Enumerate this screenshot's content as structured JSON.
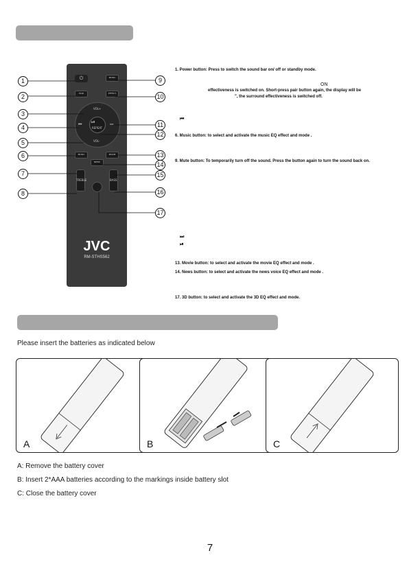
{
  "callouts": [
    "1",
    "2",
    "3",
    "4",
    "5",
    "6",
    "7",
    "8",
    "9",
    "10",
    "11",
    "12",
    "13",
    "14",
    "15",
    "16",
    "17"
  ],
  "remote": {
    "brand": "JVC",
    "model": "RM-STHS562",
    "buttons": {
      "music_top": "MUSIC",
      "pair": "PAIR",
      "effect": "EFFECT",
      "vol_up": "VOL+",
      "vol_down": "VOL-",
      "play_pause": "⏯",
      "repeat": "REPEAT",
      "music": "MUSIC",
      "movie": "MOVIE",
      "mute": "MUTE",
      "treble": "TREBLE",
      "bass": "BASS",
      "news": "NEWS"
    }
  },
  "descriptions": {
    "d1": "1. Power button: Press to switch the sound bar on/ off or standby mode.",
    "d_on": "ON",
    "d2a": "effectiveness is switched on. Short-press pair button again, the display will be",
    "d2b": "\", the surround effectiveness is switched off.",
    "d_prev_glyph": "⏮",
    "d6": "6. Music button: to select and activate the music EQ effect and mode .",
    "d9": "9. Mute button: To temporarily turn off the sound. Press the button again to turn the sound back on.",
    "d_next_glyph": "⏭",
    "d_play_glyph": "⏯",
    "d13": "13. Movie button: to select and activate the movie EQ effect and mode .",
    "d14": "14. News button: to select and activate the news voice EQ effect and mode .",
    "d17": "17. 3D button: to select and activate the 3D EQ effect and mode."
  },
  "battery": {
    "intro": "Please insert the batteries as indicated below",
    "panels": [
      "A",
      "B",
      "C"
    ],
    "steps": [
      "A: Remove the battery cover",
      "B: Insert 2*AAA batteries according to the markings inside battery slot",
      "C: Close the battery cover"
    ]
  },
  "page_number": "7"
}
